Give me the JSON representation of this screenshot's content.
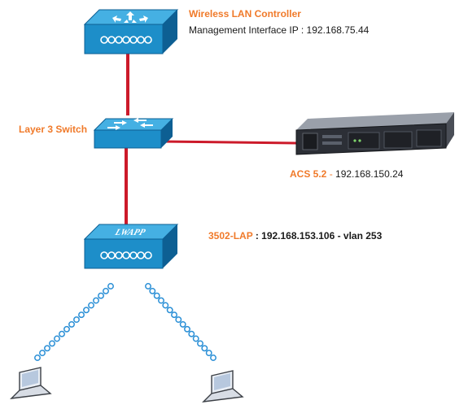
{
  "wlc": {
    "name": "Wireless LAN Controller",
    "mgmt_label": "Management Interface IP :",
    "mgmt_ip": "192.168.75.44"
  },
  "switch": {
    "name": "Layer 3 Switch"
  },
  "acs": {
    "name": "ACS 5.2",
    "separator": " - ",
    "ip": "192.168.150.24"
  },
  "lap": {
    "name": "3502-LAP",
    "detail": " : 192.168.153.106 - vlan 253",
    "badge_text": "LWAPP"
  },
  "colors": {
    "device_blue": "#1d8ec9",
    "device_blue_dark": "#0d5f93",
    "device_blue_top": "#45b0e3",
    "link_red": "#cc1a2a",
    "label_orange": "#f07a2a",
    "signal_blue": "#2a8fd6",
    "server_body": "#2c2f36"
  },
  "icons": [
    "wireless-controller-icon",
    "layer3-switch-icon",
    "acs-server-icon",
    "lightweight-ap-icon",
    "laptop-icon",
    "wireless-signal-icon"
  ]
}
